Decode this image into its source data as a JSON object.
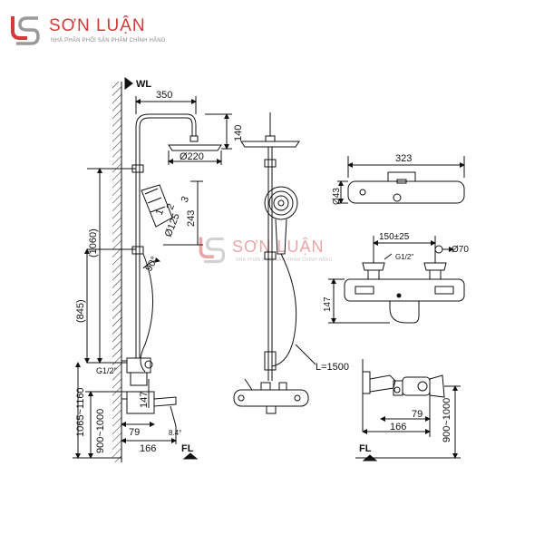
{
  "brand": {
    "name": "SƠN LUẬN",
    "tagline": "NHÀ PHÂN PHỐI SẢN PHẨM CHÍNH HÃNG",
    "color": "#d43a3a"
  },
  "labels": {
    "wl": "WL",
    "fl_left": "FL",
    "fl_right": "FL",
    "dim_350": "350",
    "dim_140": "140",
    "dim_220": "Ø220",
    "dim_125": "Ø125",
    "dim_3": "3",
    "dim_1": "1",
    "dim_2": "2",
    "dim_243": "243",
    "dim_90": "90°",
    "dim_1060": "(1060)",
    "dim_845": "(845)",
    "dim_g12": "G1/2\"",
    "dim_147a": "147",
    "dim_79a": "79",
    "dim_166a": "166",
    "dim_1065": "1065~1160",
    "dim_900a": "900~1000",
    "dim_84": "8.4°",
    "dim_l1500": "L=1500",
    "dim_323": "323",
    "dim_43": "Ø43",
    "dim_150": "150±25",
    "dim_70": "Ø70",
    "dim_g12b": "G1/2\"",
    "dim_147b": "147",
    "dim_79b": "79",
    "dim_166b": "166",
    "dim_900b": "900~1000"
  }
}
